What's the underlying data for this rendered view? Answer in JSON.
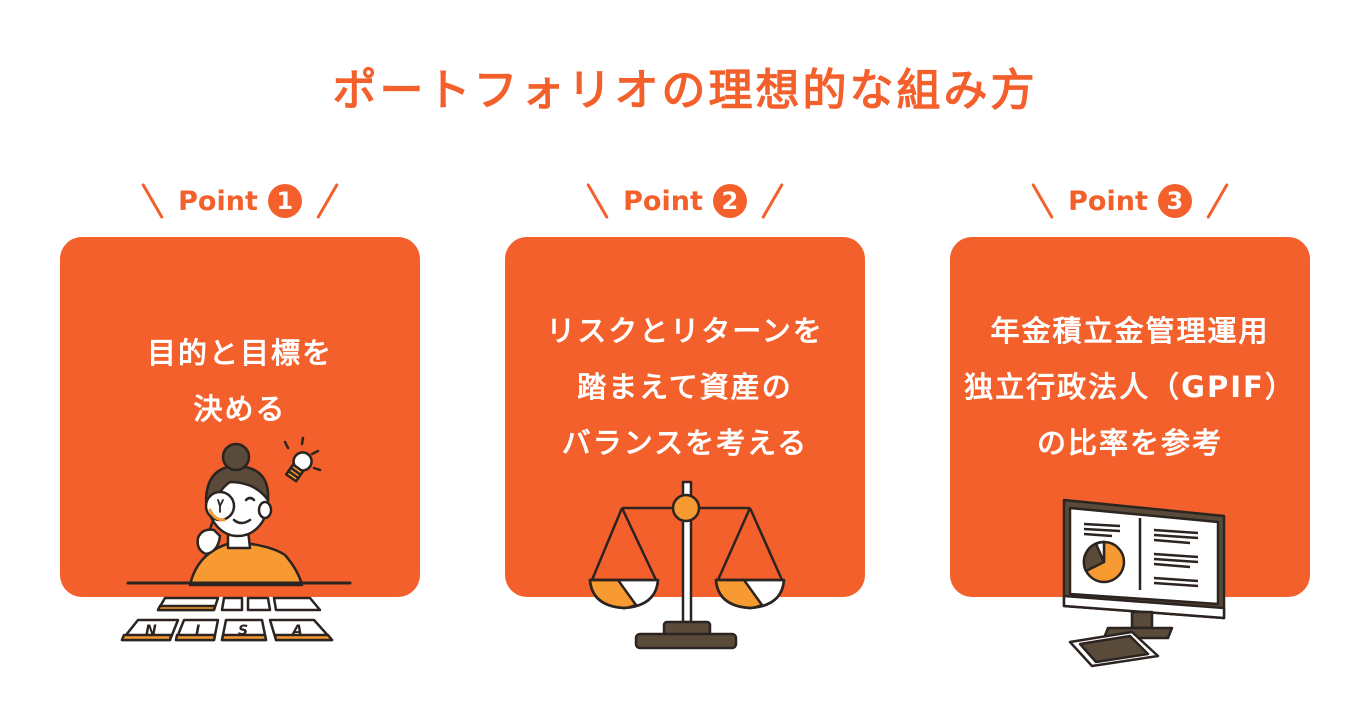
{
  "title": "ポートフォリオの理想的な組み方",
  "colors": {
    "brand_orange": "#F4602B",
    "accent_orange": "#F79A31",
    "dark_brown": "#5A4A3A",
    "outline": "#2B2420",
    "white": "#FFFFFF"
  },
  "points": [
    {
      "label": "Point",
      "number": "1",
      "lines": [
        "目的と目標を",
        "決める"
      ],
      "illustration": "woman-with-magnifying-glass-nisa-cards",
      "cards_letters": [
        "N",
        "I",
        "S",
        "A"
      ]
    },
    {
      "label": "Point",
      "number": "2",
      "lines": [
        "リスクとリターンを",
        "踏まえて資産の",
        "バランスを考える"
      ],
      "illustration": "balance-scale"
    },
    {
      "label": "Point",
      "number": "3",
      "lines": [
        "年金積立金管理運用",
        "独立行政法人（GPIF）",
        "の比率を参考"
      ],
      "illustration": "desktop-computer-pie-chart"
    }
  ]
}
